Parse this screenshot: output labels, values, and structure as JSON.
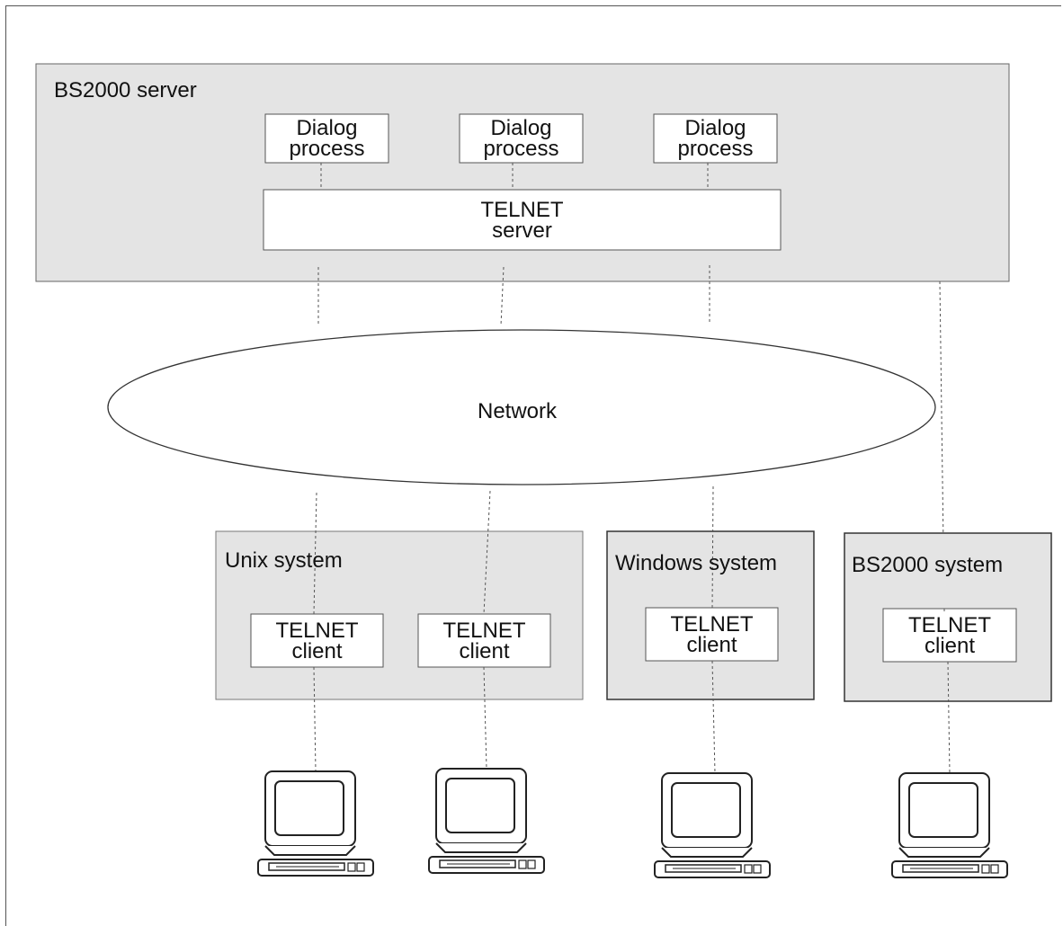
{
  "server": {
    "title": "BS2000 server",
    "dialog_processes": [
      {
        "line1": "Dialog",
        "line2": "process"
      },
      {
        "line1": "Dialog",
        "line2": "process"
      },
      {
        "line1": "Dialog",
        "line2": "process"
      }
    ],
    "telnet_server": {
      "line1": "TELNET",
      "line2": "server"
    }
  },
  "network": {
    "label": "Network"
  },
  "systems": [
    {
      "title": "Unix system",
      "clients": [
        {
          "line1": "TELNET",
          "line2": "client"
        },
        {
          "line1": "TELNET",
          "line2": "client"
        }
      ]
    },
    {
      "title": "Windows system",
      "clients": [
        {
          "line1": "TELNET",
          "line2": "client"
        }
      ]
    },
    {
      "title": "BS2000 system",
      "clients": [
        {
          "line1": "TELNET",
          "line2": "client"
        }
      ]
    }
  ],
  "terminal_icon": "computer-terminal-icon",
  "colors": {
    "gray_fill": "#e4e4e4",
    "line": "#333333"
  }
}
